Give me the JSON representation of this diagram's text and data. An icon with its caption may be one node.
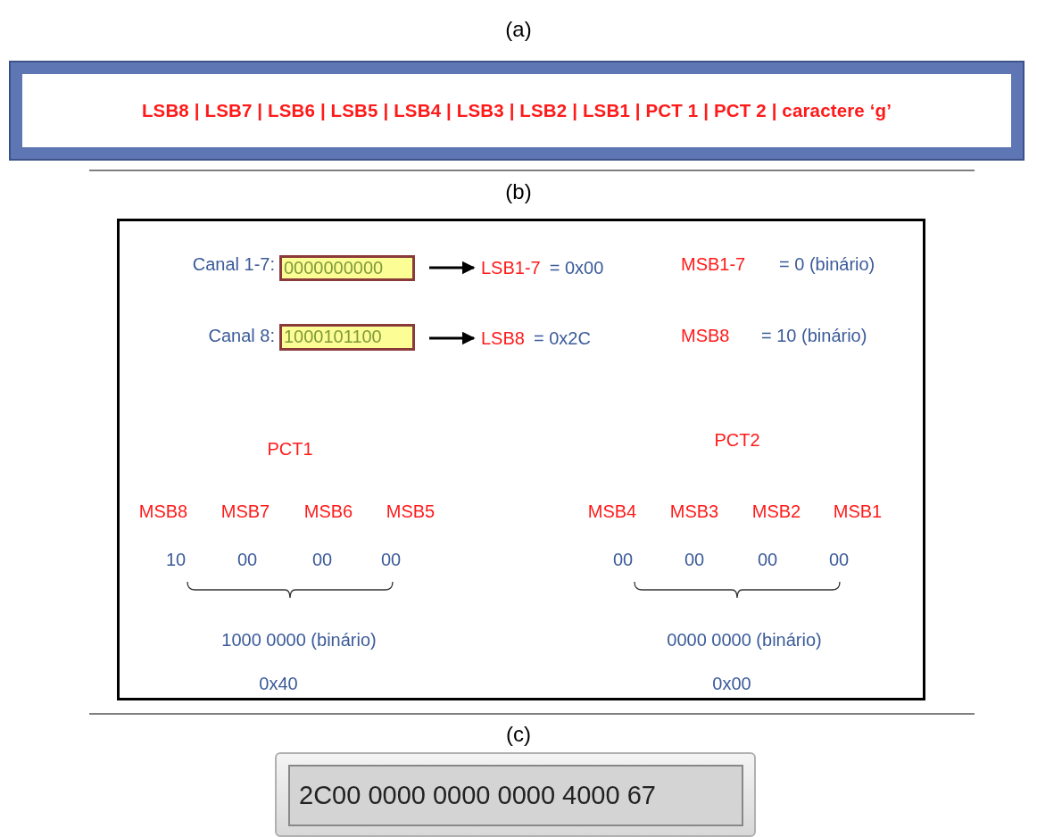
{
  "diagram": {
    "nodes": [
      {
        "text": [
          "LSB8 | LSB7 | LSB6 | LSB5 | LSB4 | LSB3 | LSB2 | LSB1 | PCT 1 | PCT 2 | caractere ‘g’"
        ]
      },
      {
        "text": [],
        "shape": "box"
      },
      {
        "text": [
          "0000000000"
        ],
        "in": 1
      },
      {
        "text": [
          "LSB1-7",
          "= 0x00"
        ],
        "in": 1
      },
      {
        "text": [
          "1000101100"
        ],
        "in": 1
      },
      {
        "text": [
          "LSB8",
          "= 0x2C"
        ],
        "in": 1
      },
      {
        "text": [
          "2C00 0000 0000 0000 4000 67"
        ]
      }
    ],
    "edges": [
      {
        "from": 2,
        "to": 3,
        "arrow": "to"
      },
      {
        "from": 4,
        "to": 5,
        "arrow": "to"
      }
    ],
    "labels": [
      "(a)",
      "(b)",
      "Canal 1-7:",
      "MSB1-7",
      "= 0 (binário)",
      "Canal 8:",
      "MSB8",
      "= 10 (binário)",
      "PCT1",
      "PCT2",
      "MSB8",
      "MSB7",
      "MSB6",
      "MSB5",
      "MSB4",
      "MSB3",
      "MSB2",
      "MSB1",
      "10",
      "00",
      "00",
      "00",
      "00",
      "00",
      "00",
      "00",
      "1000 0000 (binário)",
      "0000 0000 (binário)",
      "0x40",
      "0x00",
      "(c)"
    ]
  }
}
